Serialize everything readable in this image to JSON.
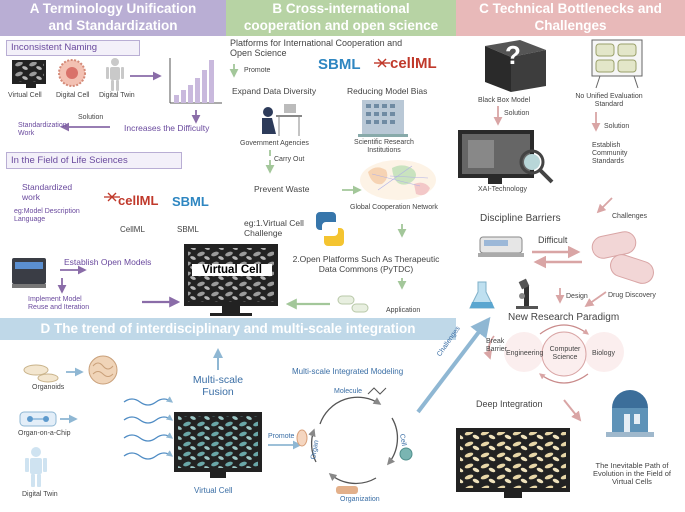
{
  "headers": {
    "a": [
      "A  Terminology Unification",
      "and Standardization"
    ],
    "b": [
      "B  Cross-international",
      "cooperation and open science"
    ],
    "c": [
      "C  Technical Bottlenecks and",
      "Challenges"
    ],
    "d": "D  The trend of interdisciplinary and multi-scale integration"
  },
  "sectionA": {
    "box1": "Inconsistent Naming",
    "virtual_cell": "Virtual Cell",
    "digital_cell": "Digital Cell",
    "digital_twin": "Digital Twin",
    "solution": "Solution",
    "standardization_work": [
      "Standardization",
      "Work"
    ],
    "increases": "Increases the Difficulty",
    "box2": "In the Field of Life Sciences",
    "standardized_work": [
      "Standardized",
      "work"
    ],
    "model_desc": [
      "eg:Model Description",
      "Language"
    ],
    "cellml_logo": "cellML",
    "sbml_logo": "SBML",
    "cellml": "CellML",
    "sbml": "SBML",
    "open_models": "Establish Open Models",
    "implement": [
      "Implement Model",
      "Reuse and Iteration"
    ]
  },
  "sectionB": {
    "platforms": [
      "Platforms for International Cooperation and",
      "Open Science"
    ],
    "promote": "Promote",
    "sbml_logo": "SBML",
    "cellml_logo": "cellML",
    "expand": "Expand Data Diversity",
    "reducing": "Reducing Model Bias",
    "gov": "Government Agencies",
    "sci": [
      "Scientific Research",
      "Institutions"
    ],
    "carry_out": "Carry Out",
    "prevent": "Prevent Waste",
    "global": "Global Cooperation Network",
    "eg1": [
      "eg:1.Virtual Cell",
      "Challenge"
    ],
    "open_platforms": [
      "2.Open Platforms Such As Therapeutic",
      "Data Commons (PyTDC)"
    ],
    "application": "Application",
    "virtual_cell_center": "Virtual Cell"
  },
  "sectionC": {
    "black_box": "Black Box Model",
    "no_unified": [
      "No Unified Evaluation",
      "Standard"
    ],
    "solution1": "Solution",
    "solution2": "Solution",
    "xai": "XAI-Technology",
    "community": [
      "Establish",
      "Community",
      "Standards"
    ],
    "discipline": "Discipline Barriers",
    "challenges": "Challenges",
    "difficult": "Difficult",
    "design": "Design",
    "drug": "Drug Discovery",
    "paradigm": "New Research Paradigm",
    "break_barrier": [
      "Break",
      "Barrier"
    ],
    "engineering": "Engineering",
    "cs": [
      "Computer",
      "Science"
    ],
    "biology": "Biology",
    "deep": "Deep Integration",
    "inevitable": [
      "The Inevitable Path of",
      "Evolution in the Field of",
      "Virtual Cells"
    ],
    "question_mark": "?"
  },
  "sectionD": {
    "organoids": "Organoids",
    "organ_chip": "Organ-on-a-Chip",
    "digital_twin": "Digital Twin",
    "fusion": [
      "Multi-scale",
      "Fusion"
    ],
    "virtual_cell": "Virtual Cell",
    "promote": "Promote",
    "modeling": "Multi-scale Integrated Modeling",
    "molecule": "Molecule",
    "cell": "Cell",
    "organ": "Organ",
    "organization": "Organization",
    "challenges": "Challenges"
  },
  "colors": {
    "purple": "#6a4a9e",
    "green": "#b7d3a4",
    "pink": "#e8b9b9",
    "blue": "#bfd8e8",
    "arrow_purple": "#8a6ca8",
    "arrow_green": "#a3c79a",
    "arrow_pink": "#d9a5a5",
    "arrow_blue": "#8fb7d3"
  }
}
